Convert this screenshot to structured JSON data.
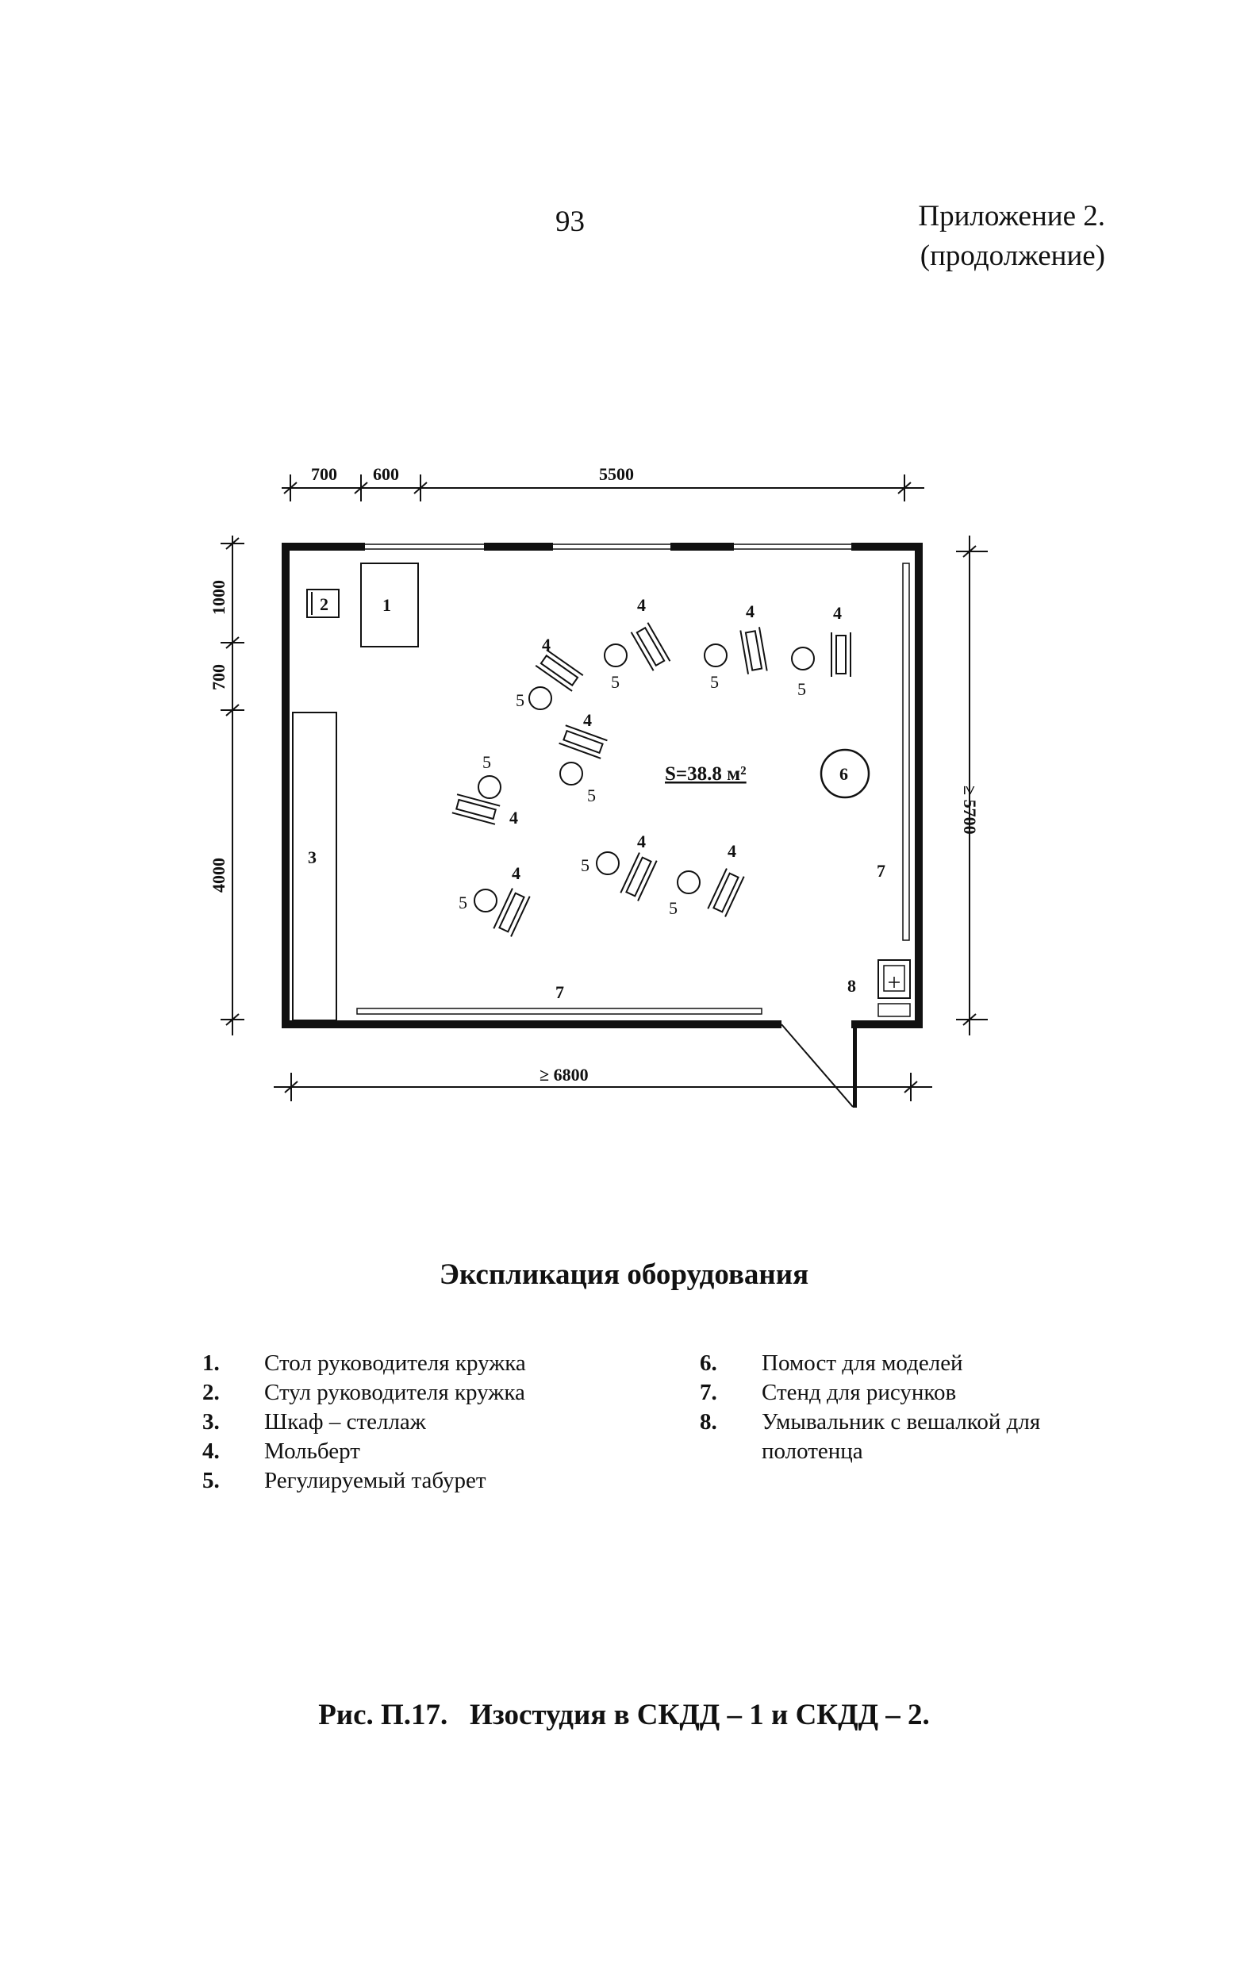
{
  "header": {
    "page_number": "93",
    "appendix_line1": "Приложение 2.",
    "appendix_line2": "(продолжение)"
  },
  "plan": {
    "dim_top": [
      "700",
      "600",
      "5500"
    ],
    "dim_left": [
      "1000",
      "700",
      "4000"
    ],
    "dim_right": "≥ 5700",
    "dim_bottom": "≥ 6800",
    "area_label": "S=38.8 м²",
    "item_labels": {
      "desk": "1",
      "chair": "2",
      "cabinet": "3",
      "easel": "4",
      "stool": "5",
      "podium": "6",
      "stand": "7",
      "sink": "8"
    }
  },
  "legend": {
    "title": "Экспликация оборудования",
    "left_items": [
      {
        "num": "1.",
        "text": "Стол руководителя кружка"
      },
      {
        "num": "2.",
        "text": "Стул руководителя кружка"
      },
      {
        "num": "3.",
        "text": "Шкаф – стеллаж"
      },
      {
        "num": "4.",
        "text": "Мольберт"
      },
      {
        "num": "5.",
        "text": "Регулируемый табурет"
      }
    ],
    "right_items": [
      {
        "num": "6.",
        "text": "Помост для моделей"
      },
      {
        "num": "7.",
        "text": "Стенд для рисунков"
      },
      {
        "num": "8.",
        "text": "Умывальник с вешалкой для полотенца"
      }
    ]
  },
  "caption": "Рис. П.17.   Изостудия в СКДД – 1 и СКДД – 2."
}
